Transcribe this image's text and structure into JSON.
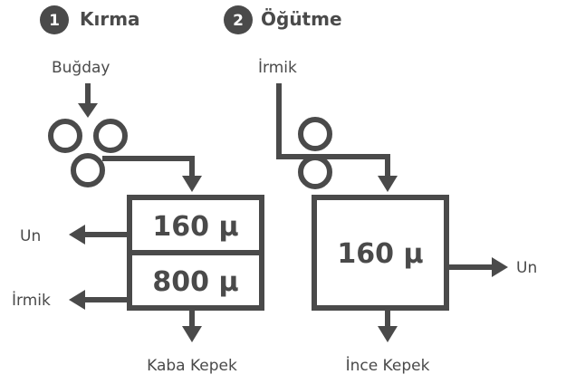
{
  "step1": {
    "number": "1",
    "title": "Kırma",
    "input": "Buğday",
    "top_sieve": "160 µ",
    "bottom_sieve": "800 µ",
    "out_top": "Un",
    "out_mid": "İrmik",
    "out_bottom": "Kaba Kepek"
  },
  "step2": {
    "number": "2",
    "title": "Öğütme",
    "input": "İrmik",
    "sieve": "160 µ",
    "out_right": "Un",
    "out_bottom": "İnce Kepek"
  },
  "colors": {
    "ink": "#4a4a4a",
    "background": "#ffffff"
  }
}
